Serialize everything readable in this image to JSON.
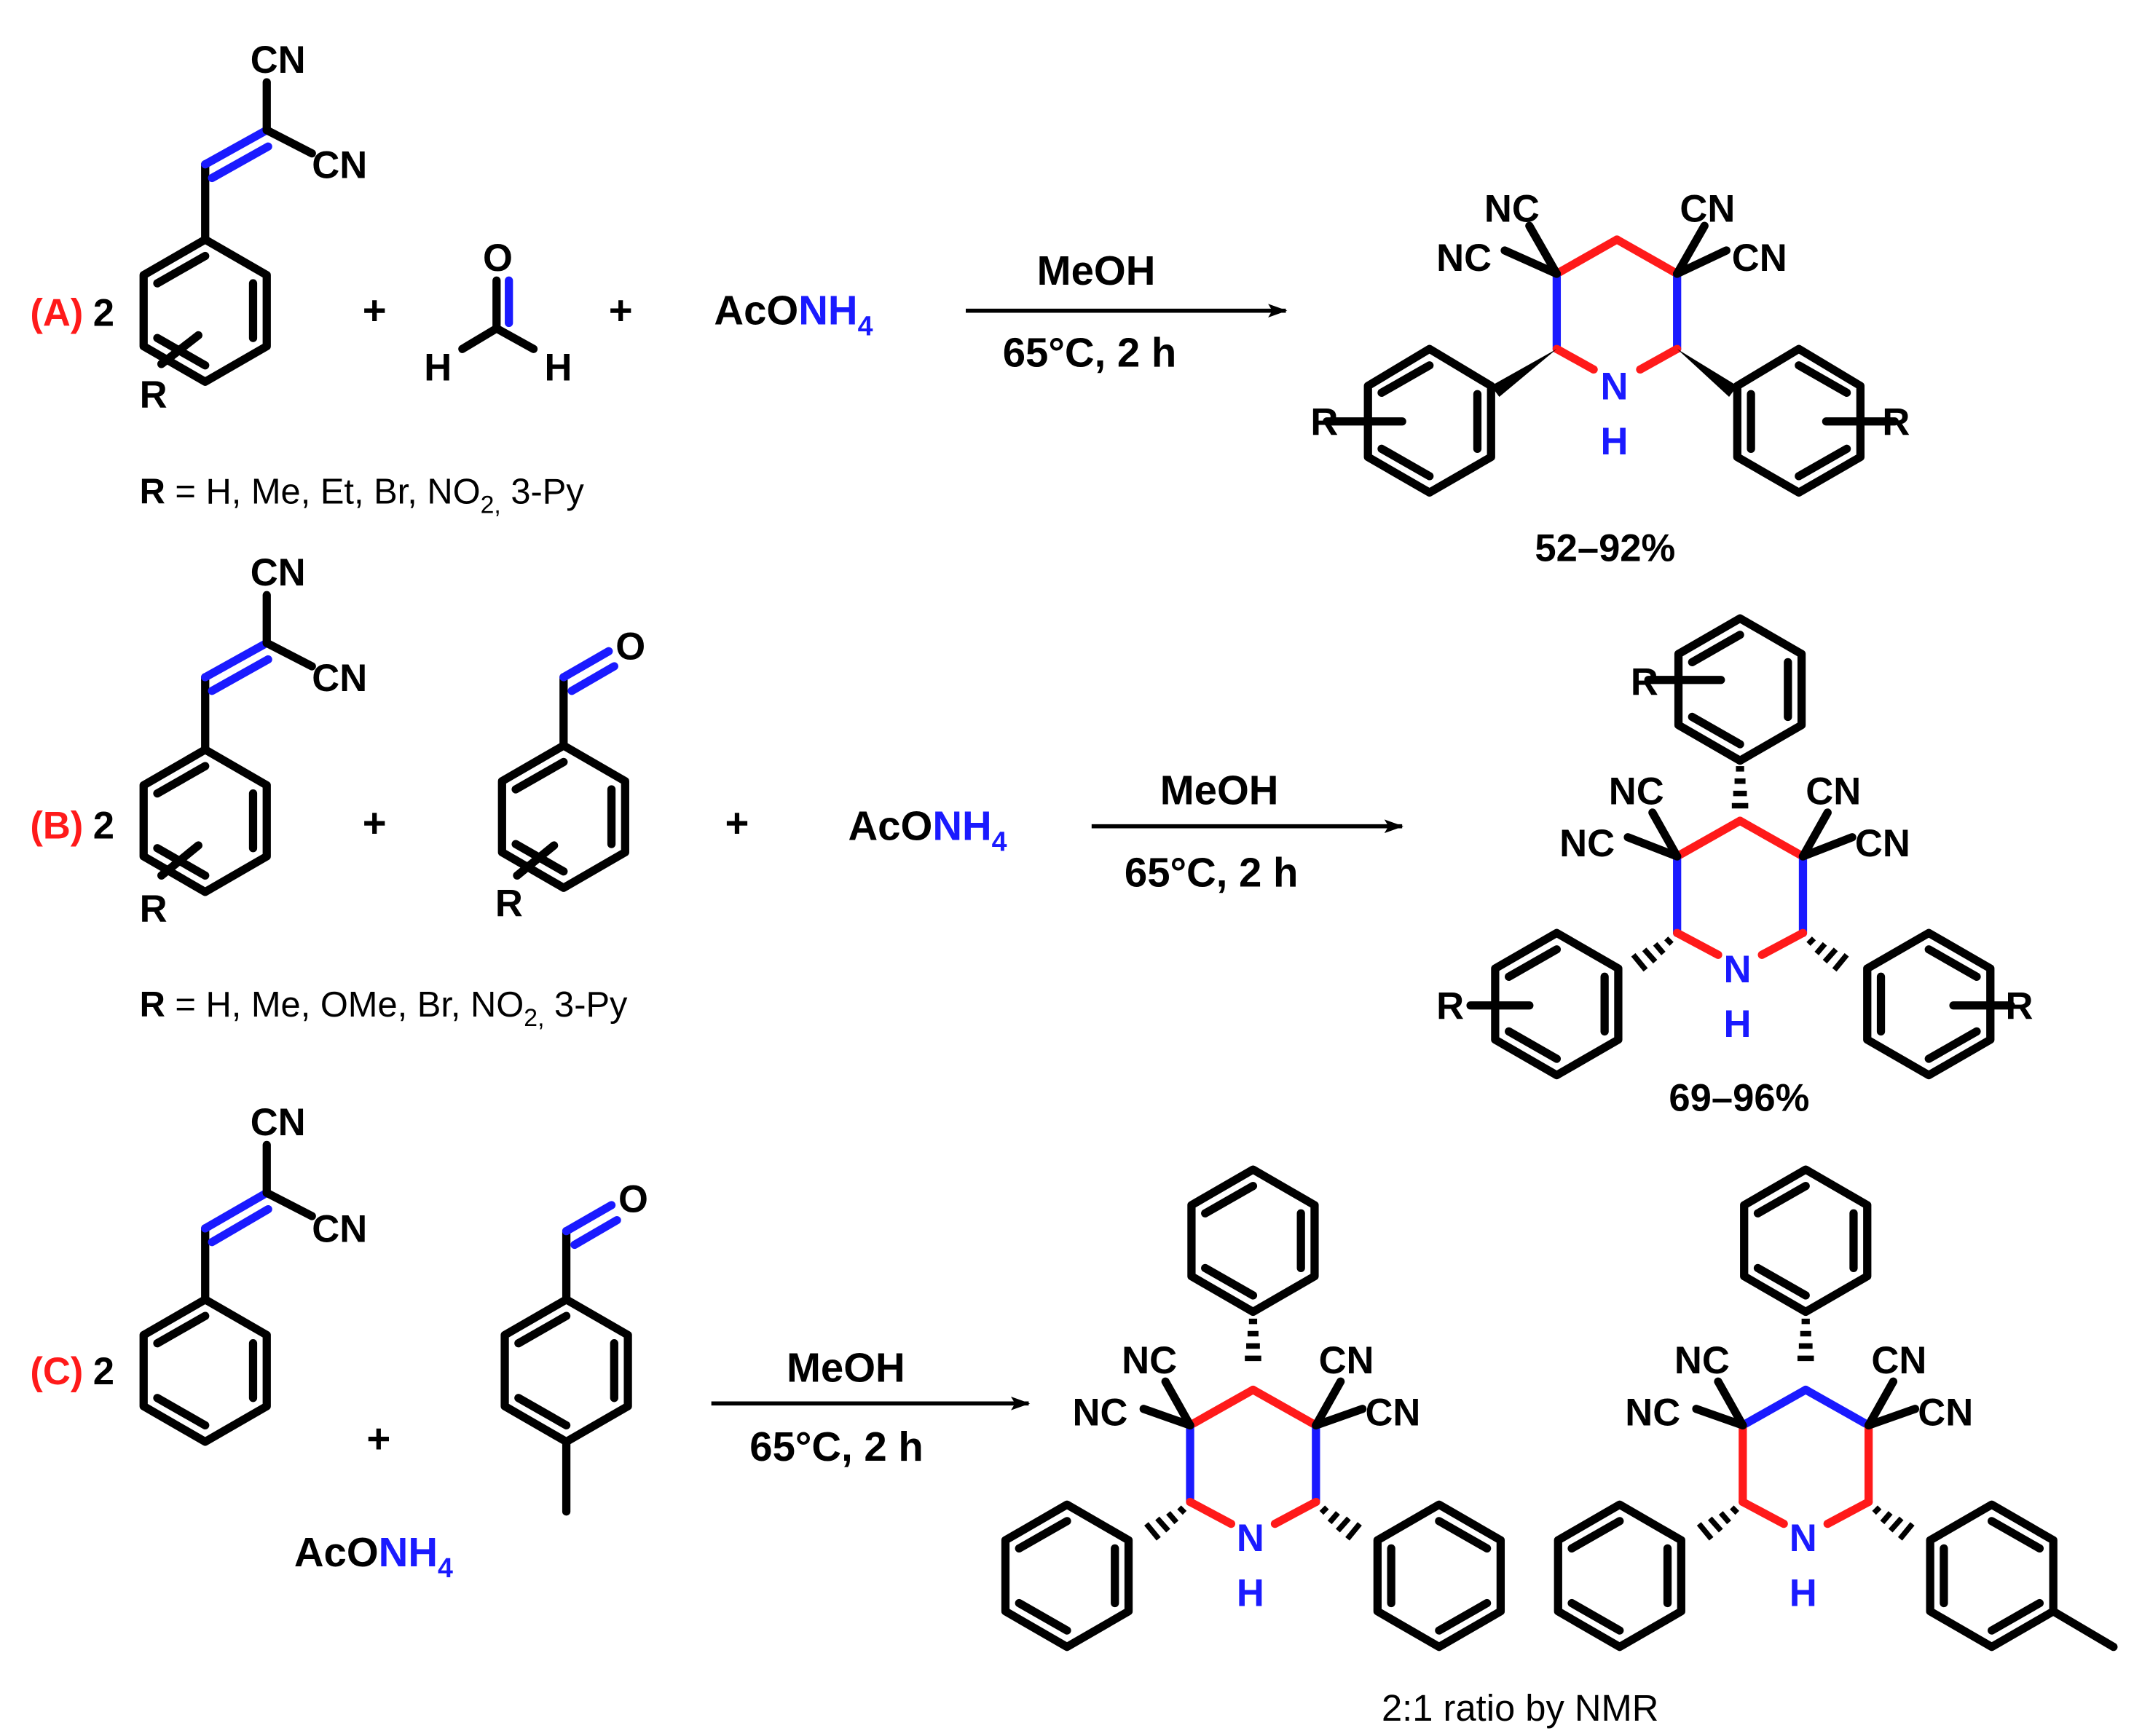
{
  "colors": {
    "black": "#000000",
    "red": "#ff1a1a",
    "blue": "#1a1aff"
  },
  "labels": {
    "CN": "CN",
    "NC": "NC",
    "O": "O",
    "H": "H",
    "N": "N",
    "R": "R",
    "plus": "+",
    "two": "2",
    "AcO": "AcO",
    "NH": "NH",
    "sub4": "4"
  },
  "conditions": {
    "solvent": "MeOH",
    "temp_time": "65°C, 2 h"
  },
  "row_a": {
    "tag": "(A)",
    "r_bold": "R",
    "r_list_1": " = H, Me, Et, Br, NO",
    "r_sub": "2,",
    "r_list_2": " 3-Py",
    "yield": "52–92%"
  },
  "row_b": {
    "tag": "(B)",
    "r_bold": "R",
    "r_list_1": " = H, Me, OMe, Br, NO",
    "r_sub": "2,",
    "r_list_2": " 3-Py",
    "yield": "69–96%"
  },
  "row_c": {
    "tag": "(C)",
    "ratio": "2:1 ratio by NMR"
  }
}
